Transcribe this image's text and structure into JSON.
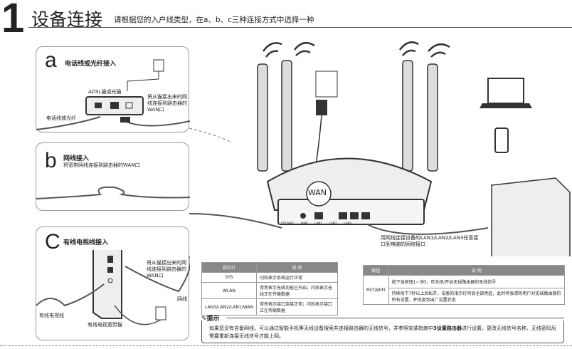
{
  "header": {
    "number": "1",
    "title": "设备连接",
    "subtitle": "请根据您的入户线类型，在a、b、c三种连接方式中选择一种"
  },
  "panel_a": {
    "letter": "a",
    "title": "电话线或光纤接入",
    "device": "ADSL猫或光猫",
    "line_label": "电话线或光纤",
    "instruction": "将从猫接出来的网线连接到路由器的WAN口"
  },
  "panel_b": {
    "letter": "b",
    "title": "网线接入",
    "instruction": "将宽带网线连接到路由器的WAN口"
  },
  "panel_c": {
    "letter": "C",
    "title": "有线电视线接入",
    "instruction": "将从猫接出来的网线连接到路由器的WAN口",
    "cable_label": "网线",
    "tv_line": "有线电视线",
    "tv_modem": "有线电视宽带猫"
  },
  "router": {
    "wan_label": "WAN",
    "ports": [
      "RST/WIFI",
      "WAN",
      "LAN1",
      "LAN2",
      "LAN3"
    ],
    "lan_instruction": "用网线连接设备的LAN1/LAN2/LAN3任意接口到电脑的网络接口"
  },
  "led_table": {
    "headers": [
      "指示灯",
      "说 明"
    ],
    "rows": [
      [
        "SYS",
        "闪烁表示系统运行正常"
      ],
      [
        "WLAN",
        "常亮表示无线功能已开启；闪烁表示无线正在传输数据"
      ],
      [
        "LAN3/LAN2/LAN1/WAN",
        "常亮表示接口连接正常；闪烁表示接口正在传输数据"
      ]
    ]
  },
  "button_table": {
    "headers": [
      "按钮",
      "说 明"
    ],
    "button": "RST/WIFI",
    "rows": [
      "按下该按钮1~3秒，可关闭/开启无线路由器的无线信号",
      "持续按下7秒以上后松开，设备的指示灯将会全部亮起，此时将会清除用户对无线路由器的所有设置，并恢复到出厂设置状态"
    ]
  },
  "tip": {
    "title": "提示",
    "text_pre": "如果您没有自备网线，可以通过智能手机等无线设备搜索并连接路由器的无线信号，并参照安装指南中",
    "text_bold": "3设置路由器",
    "text_post": "进行设置。更改无线信号名称、无线密码后需要重新连接无线信号才能上网。"
  }
}
